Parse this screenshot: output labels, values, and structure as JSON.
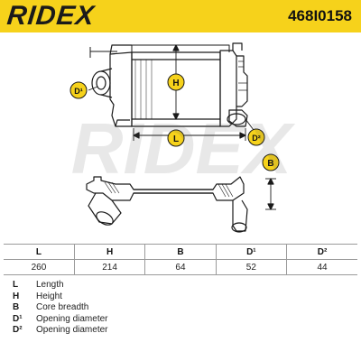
{
  "header": {
    "brand": "RIDEX",
    "part_number": "468I0158",
    "background_color": "#f6d21b"
  },
  "drawing": {
    "watermark": "RIDEX",
    "labels": {
      "height": "H",
      "length": "L",
      "breadth": "B",
      "d1": "D¹",
      "d2": "D²"
    },
    "label_badge_color": "#f6d21b"
  },
  "spec_table": {
    "headers": [
      "L",
      "H",
      "B",
      "D¹",
      "D²"
    ],
    "values": [
      "260",
      "214",
      "64",
      "52",
      "44"
    ]
  },
  "legend": [
    {
      "key": "L",
      "description": "Length"
    },
    {
      "key": "H",
      "description": "Height"
    },
    {
      "key": "B",
      "description": "Core breadth"
    },
    {
      "key": "D¹",
      "description": "Opening diameter"
    },
    {
      "key": "D²",
      "description": "Opening diameter"
    }
  ]
}
